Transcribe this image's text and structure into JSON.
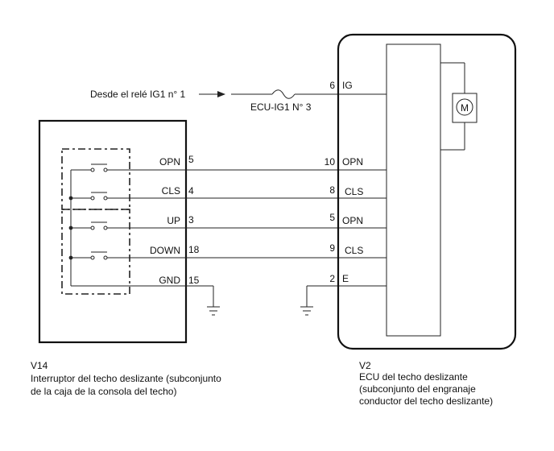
{
  "source": {
    "label": "Desde el relé IG1 n° 1"
  },
  "fuse": {
    "label": "ECU-IG1 N° 3"
  },
  "v14": {
    "code": "V14",
    "desc_line1": "Interruptor del techo deslizante (subconjunto",
    "desc_line2": "de la caja de la consola del techo)",
    "pins": [
      {
        "name": "OPN",
        "num": "5"
      },
      {
        "name": "CLS",
        "num": "4"
      },
      {
        "name": "UP",
        "num": "3"
      },
      {
        "name": "DOWN",
        "num": "18"
      },
      {
        "name": "GND",
        "num": "15"
      }
    ]
  },
  "v2": {
    "code": "V2",
    "desc_line1": "ECU del techo deslizante",
    "desc_line2": "(subconjunto del engranaje",
    "desc_line3": "conductor del techo deslizante)",
    "motor_label": "M",
    "pins": [
      {
        "name": "IG",
        "num": "6"
      },
      {
        "name": "OPN",
        "num": "10"
      },
      {
        "name": "CLS",
        "num": "8"
      },
      {
        "name": "OPN",
        "num": "5"
      },
      {
        "name": "CLS",
        "num": "9"
      },
      {
        "name": "E",
        "num": "2"
      }
    ]
  }
}
